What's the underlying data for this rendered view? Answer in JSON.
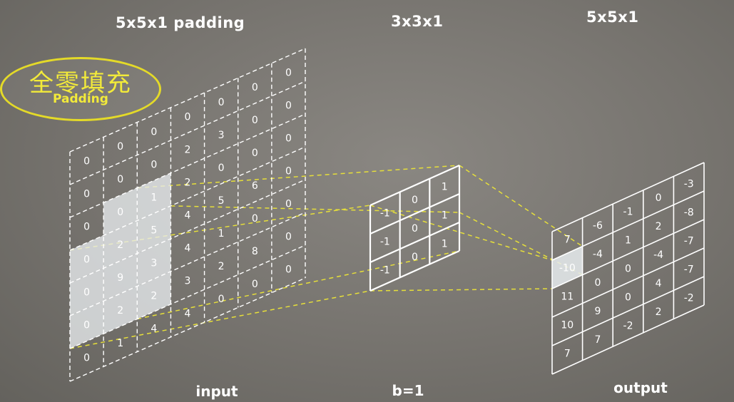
{
  "titles": {
    "input_dims": "5x5x1 padding",
    "kernel_dims": "3x3x1",
    "output_dims": "5x5x1"
  },
  "badge": {
    "title_cn": "全零填充",
    "title_en": "Padding"
  },
  "labels": {
    "input": "input",
    "bias": "b=1",
    "output": "output"
  },
  "input_grid": [
    [
      "0",
      "0",
      "0",
      "0",
      "0",
      "0",
      "0"
    ],
    [
      "0",
      "0",
      "0",
      "2",
      "3",
      "0",
      "0"
    ],
    [
      "0",
      "0",
      "1",
      "2",
      "0",
      "0",
      "0"
    ],
    [
      "0",
      "2",
      "5",
      "4",
      "5",
      "6",
      "0"
    ],
    [
      "0",
      "9",
      "3",
      "4",
      "1",
      "0",
      "0"
    ],
    [
      "0",
      "2",
      "2",
      "3",
      "2",
      "8",
      "0"
    ],
    [
      "0",
      "1",
      "4",
      "4",
      "0",
      "0",
      "0"
    ]
  ],
  "kernel_grid": [
    [
      "-1",
      "0",
      "1"
    ],
    [
      "-1",
      "0",
      "1"
    ],
    [
      "-1",
      "0",
      "1"
    ]
  ],
  "output_grid": [
    [
      "7",
      "-6",
      "-1",
      "0",
      "-3"
    ],
    [
      "-10",
      "-4",
      "1",
      "2",
      "-8"
    ],
    [
      "11",
      "0",
      "0",
      "-4",
      "-7"
    ],
    [
      "10",
      "9",
      "0",
      "4",
      "-7"
    ],
    [
      "7",
      "7",
      "-2",
      "2",
      "-2"
    ]
  ],
  "colors": {
    "grid_line": "#ffffff",
    "connector": "#e6df3a",
    "highlight": "#e8ecee",
    "badge": "#e4da28"
  }
}
